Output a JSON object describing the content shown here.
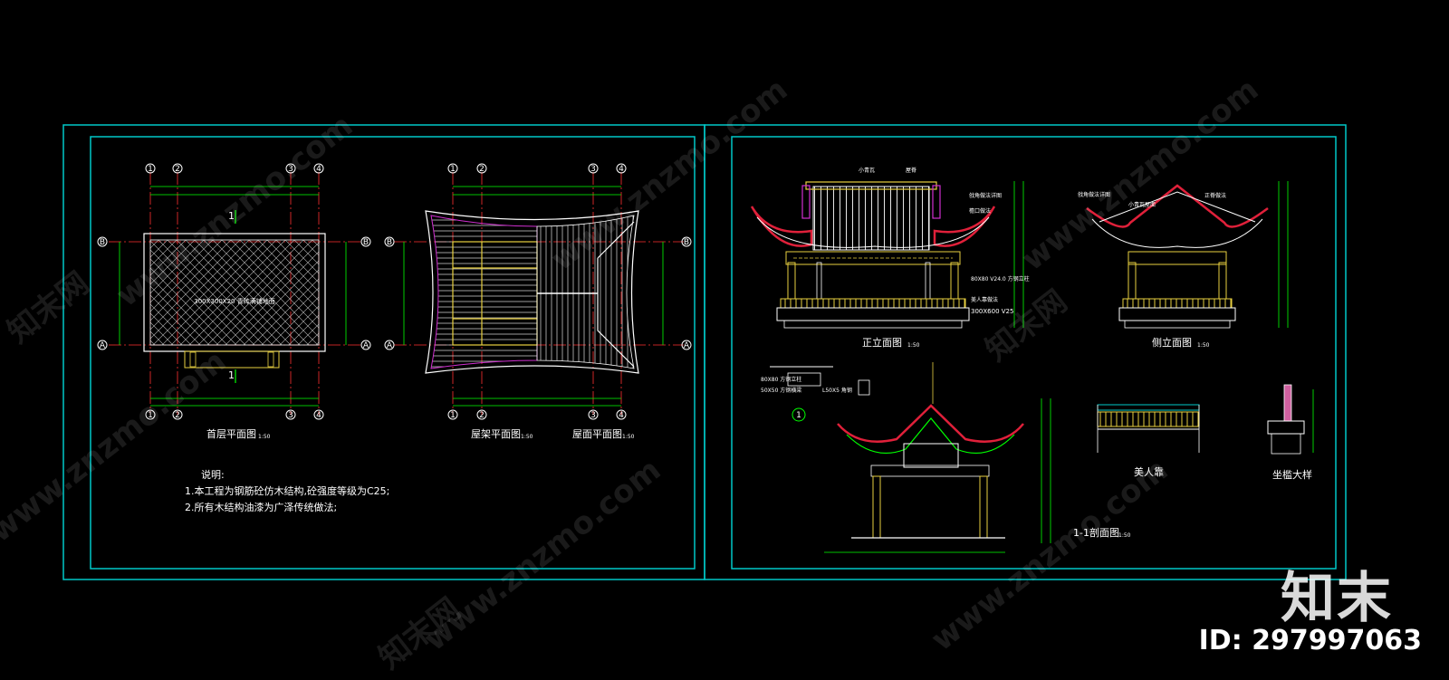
{
  "colors": {
    "frame": "#00c8c8",
    "axis": "#ff3030",
    "dim": "#00ff00",
    "outline": "#ffffff",
    "roof_red": "#e0203a",
    "timber_yellow": "#e8d040",
    "magenta": "#d030d0"
  },
  "left_sheet": {
    "axis_labels_top": [
      "1",
      "2",
      "3",
      "4"
    ],
    "axis_labels_side": [
      "B",
      "A"
    ],
    "floor_plan": {
      "title": "首层平面图",
      "scale": "1:50",
      "fill_label": "300X300X20 青砖满铺地面",
      "section_mark": "1"
    },
    "roof_frame_plan": {
      "title": "屋架平面图",
      "scale": "1:50"
    },
    "roof_plan": {
      "title": "屋面平面图",
      "scale": "1:50"
    },
    "notes": {
      "heading": "说明:",
      "items": [
        "1.本工程为钢筋砼仿木结构,砼强度等级为C25;",
        "2.所有木结构油漆为广泽传统做法;"
      ]
    }
  },
  "right_sheet": {
    "front_elevation": {
      "title": "正立面图",
      "scale": "1:50",
      "tags": [
        "小青瓦",
        "屋脊",
        "戗角做法详图",
        "檐口做法",
        "80X80 V24.0 方钢立柱",
        "美人靠做法",
        "300X600 V25"
      ]
    },
    "side_elevation": {
      "title": "侧立面图",
      "scale": "1:50",
      "tags": [
        "戗角做法详图",
        "正脊做法",
        "小青瓦屋面"
      ]
    },
    "section": {
      "title": "1-1剖面图",
      "scale": "1:50",
      "mark": "1"
    },
    "bench_back": {
      "title": "美人靠"
    },
    "bench_detail": {
      "title": "坐槛大样"
    },
    "detail_tags": [
      "80X80 方钢立柱",
      "50X50 方钢横梁",
      "L50X5 角钢"
    ]
  },
  "watermark": {
    "site_text": "www.znzmo.com",
    "brand_cn": "知末网",
    "logo": "知末",
    "id_text": "ID: 297997063"
  }
}
